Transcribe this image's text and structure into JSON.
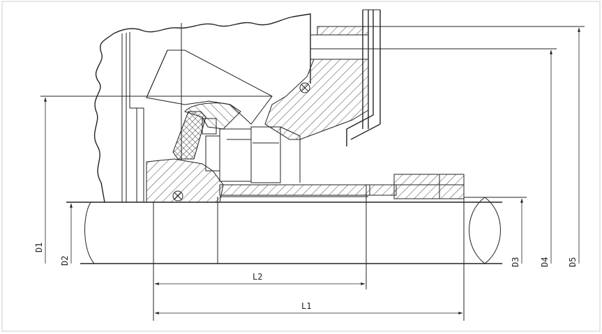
{
  "labels": {
    "d1": "D1",
    "d2": "D2",
    "d3": "D3",
    "d4": "D4",
    "d5": "D5",
    "l1": "L1",
    "l2": "L2"
  }
}
